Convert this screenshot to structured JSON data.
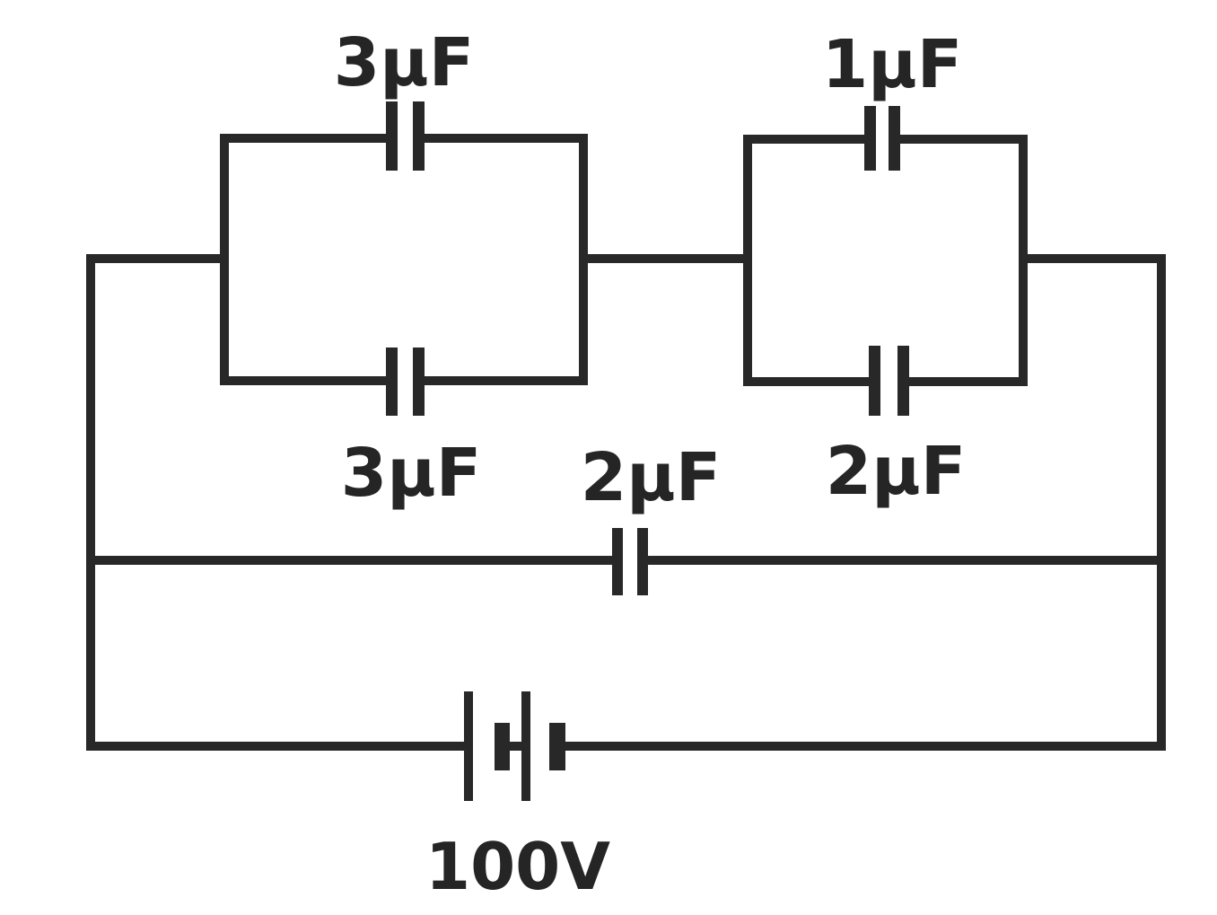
{
  "diagram": {
    "kind": "capacitor-circuit",
    "background_color": "#ffffff",
    "ink_color": "#282828",
    "capacitors": [
      {
        "id": "C1",
        "label": "3μF",
        "value_uF": 3,
        "position": "left-loop-top-branch"
      },
      {
        "id": "C2",
        "label": "3μF",
        "value_uF": 3,
        "position": "left-loop-bottom-branch"
      },
      {
        "id": "C3",
        "label": "1μF",
        "value_uF": 1,
        "position": "right-loop-top-branch"
      },
      {
        "id": "C4",
        "label": "2μF",
        "value_uF": 2,
        "position": "right-loop-bottom-branch"
      },
      {
        "id": "C5",
        "label": "2μF",
        "value_uF": 2,
        "position": "middle-rail"
      }
    ],
    "battery": {
      "label": "100V",
      "voltage_volts": 100,
      "position": "bottom-rail",
      "cells": 2
    }
  }
}
